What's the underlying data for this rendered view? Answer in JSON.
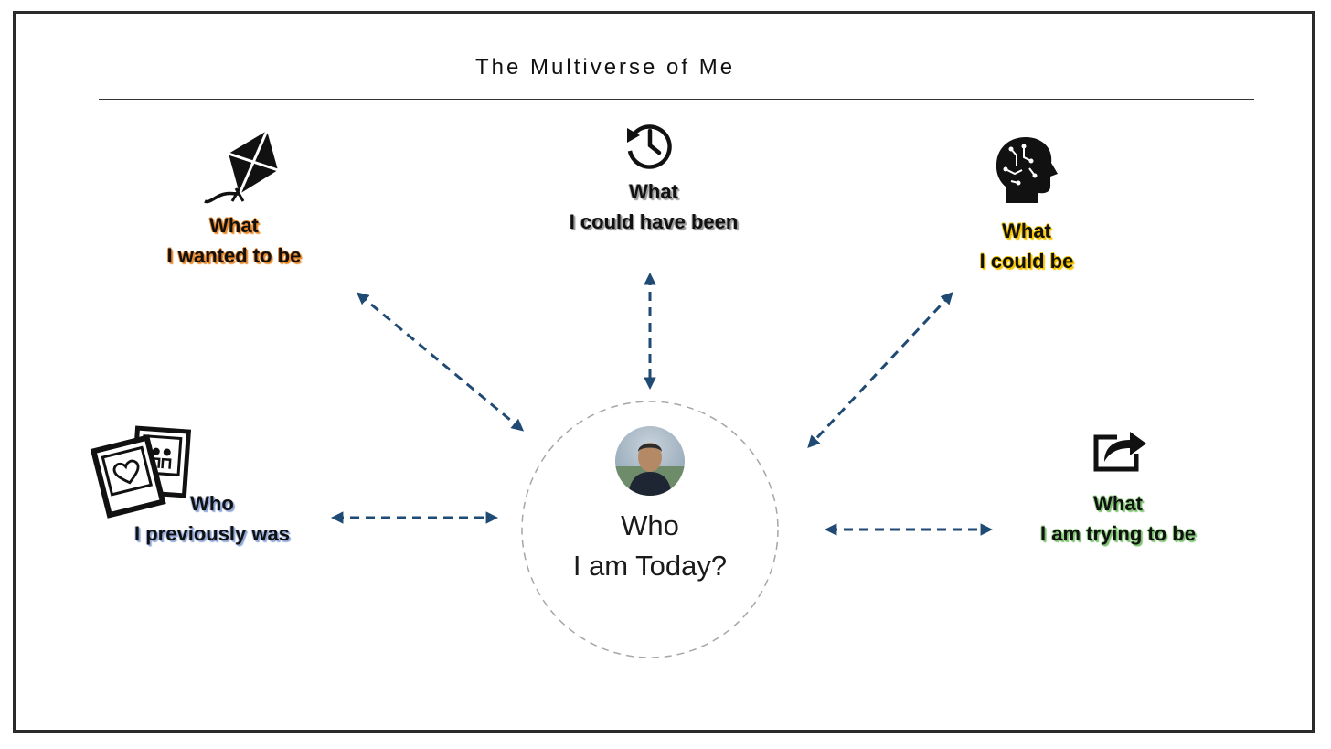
{
  "title": "The Multiverse of Me",
  "center": {
    "line1": "Who",
    "line2": "I am Today?"
  },
  "nodes": [
    {
      "line1": "What",
      "line2": "I wanted to be"
    },
    {
      "line1": "What",
      "line2": "I could have been"
    },
    {
      "line1": "What",
      "line2": "I could be"
    },
    {
      "line1": "Who",
      "line2": "I previously was"
    },
    {
      "line1": "What",
      "line2": "I am trying to be"
    }
  ],
  "colors": {
    "arrow": "#1f4a73",
    "orange": "#e8892b",
    "yellow": "#f5c400",
    "grey": "#9a9a9a",
    "blue": "#8fa6d6",
    "green": "#7cc070"
  },
  "icons": [
    "kite-icon",
    "history-icon",
    "brain-head-icon",
    "photos-icon",
    "share-icon",
    "avatar"
  ]
}
